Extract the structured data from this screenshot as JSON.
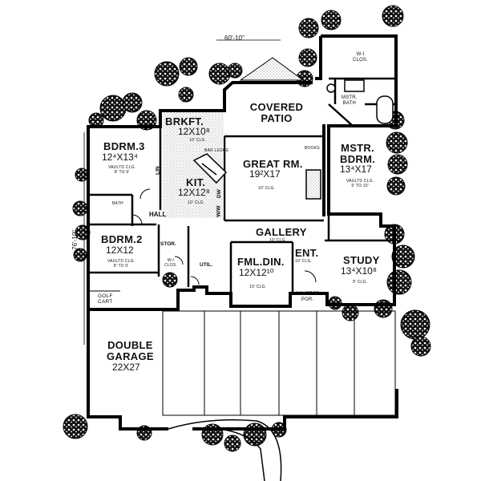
{
  "overall": {
    "width_dim": "60'-10\"",
    "depth_dim": "76'-10\""
  },
  "rooms": {
    "covered_patio": {
      "name": "COVERED\nPATIO"
    },
    "brkft": {
      "name": "BRKFT.",
      "dim": "12X10⁸",
      "note": "10' CLG."
    },
    "kit": {
      "name": "KIT.",
      "dim": "12X12⁸",
      "note": "10' CLG."
    },
    "bar_ledge": {
      "name": "BAR LEDGE"
    },
    "great_rm": {
      "name": "GREAT RM.",
      "dim": "19²X17",
      "note": "10' CLG."
    },
    "books": {
      "name": "BOOKS"
    },
    "mstr_bdrm": {
      "name": "MSTR.\nBDRM.",
      "dim": "13⁴X17",
      "note": "VAULTD CLG.\n9' TO 10'"
    },
    "wi_clos_master": {
      "name": "W-I\nCLOS."
    },
    "mstr_bath": {
      "name": "MSTR.\nBATH"
    },
    "bdrm3": {
      "name": "BDRM.3",
      "dim": "12⁴X13⁴",
      "note": "VAULTD CLG.\n8' TO 9'"
    },
    "bath": {
      "name": "BATH"
    },
    "hall": {
      "name": "HALL"
    },
    "lin": {
      "name": "LIN"
    },
    "bdrm2": {
      "name": "BDRM.2",
      "dim": "12X12",
      "note": "VAULTD CLG.\n8' TO 9'"
    },
    "stor": {
      "name": "STOR."
    },
    "wi_clos_bdrm2": {
      "name": "W-I\nCLOS."
    },
    "util": {
      "name": "UTIL."
    },
    "gallery": {
      "name": "GALLERY",
      "note": "10' CLG."
    },
    "fml_din": {
      "name": "FML.DIN.",
      "dim": "12X12¹⁰",
      "note": "10' CLG."
    },
    "ent": {
      "name": "ENT.",
      "note": "10' CLG."
    },
    "study": {
      "name": "STUDY",
      "dim": "13⁴X10⁸",
      "note": "9' CLG."
    },
    "covered_por": {
      "name": "COVERED\nPOR."
    },
    "golf_cart": {
      "name": "GOLF\nCART"
    },
    "double_garage": {
      "name": "DOUBLE\nGARAGE",
      "dim": "22X27"
    },
    "dw": {
      "name": "DW"
    },
    "ww": {
      "name": "W/W"
    }
  }
}
